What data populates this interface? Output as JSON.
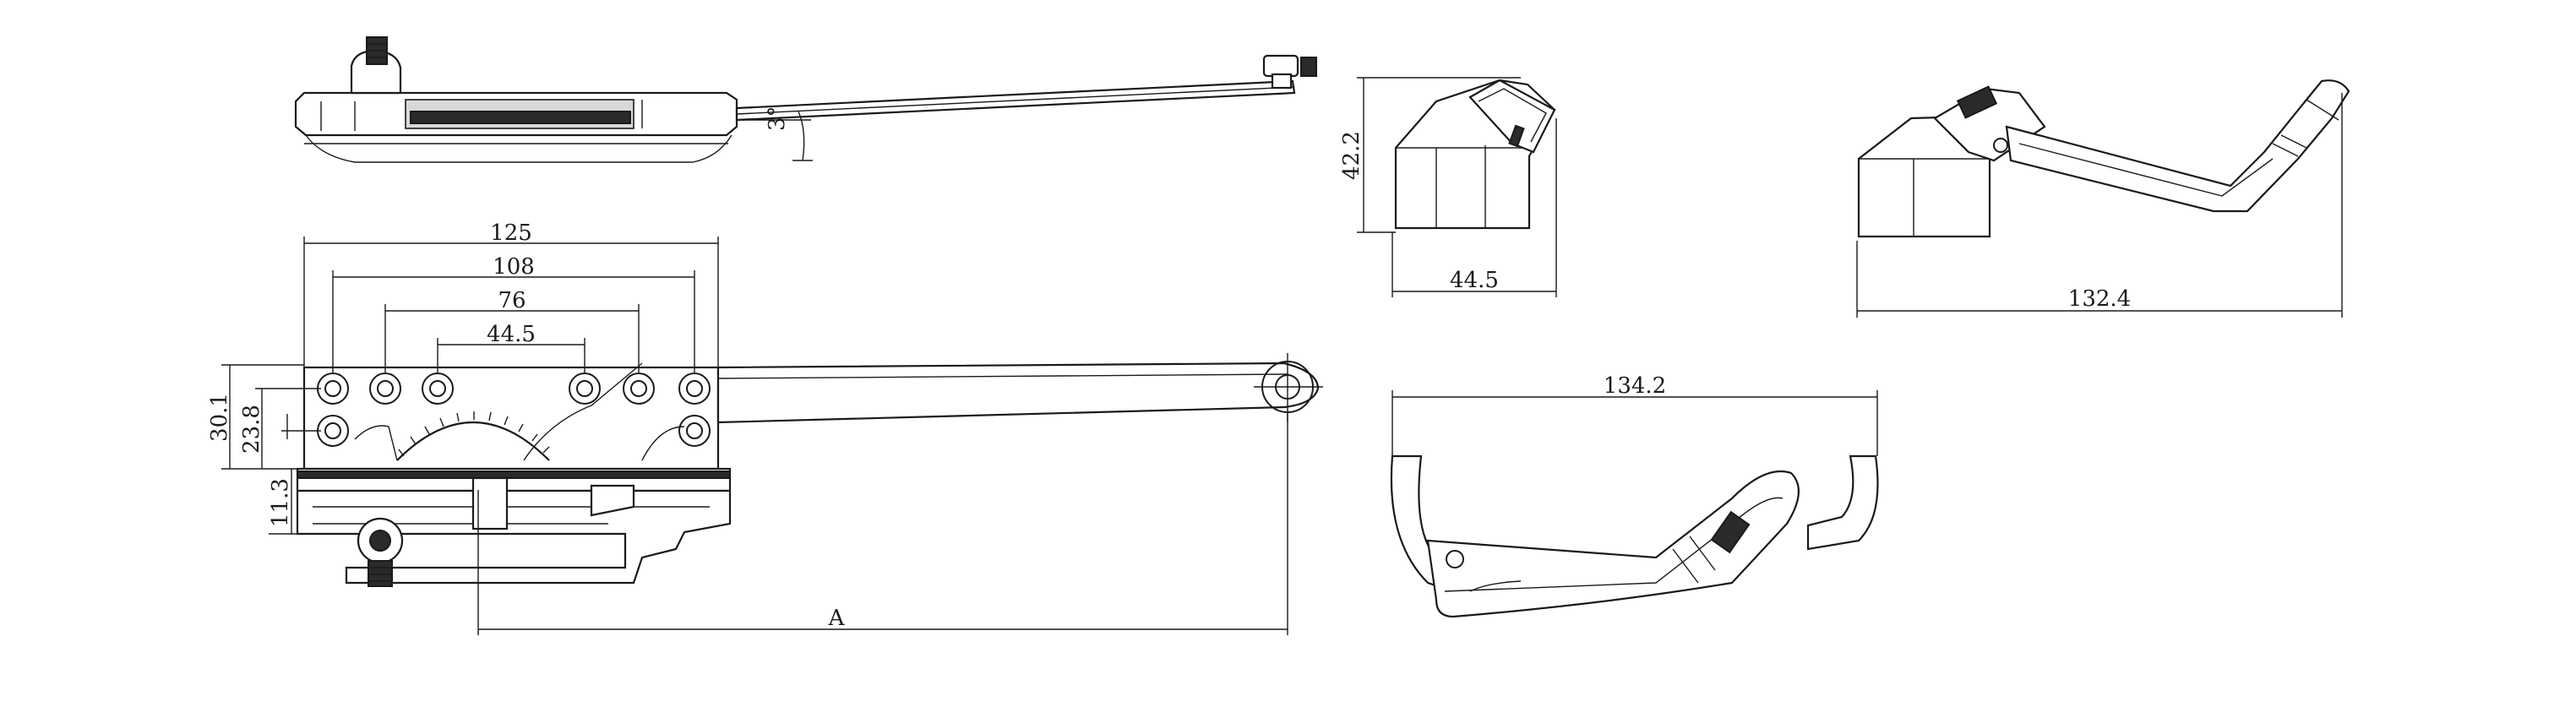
{
  "drawing": {
    "colors": {
      "line": "#1a1a1a",
      "background": "#ffffff"
    },
    "top_view": {
      "angle_label": "3°"
    },
    "front_view": {
      "dim_overall_width": "125",
      "dim_hole_span_outer": "108",
      "dim_hole_span_middle": "76",
      "dim_hole_span_inner": "44.5",
      "dim_height_total": "30.1",
      "dim_height_holes": "23.8",
      "dim_offset_bottom": "11.3",
      "dim_arm_length": "A"
    },
    "handle_side_view": {
      "dim_height": "42.2",
      "dim_width": "44.5"
    },
    "handle_open_view": {
      "dim_length": "132.4"
    },
    "handle_folded_view": {
      "dim_length": "134.2"
    }
  }
}
